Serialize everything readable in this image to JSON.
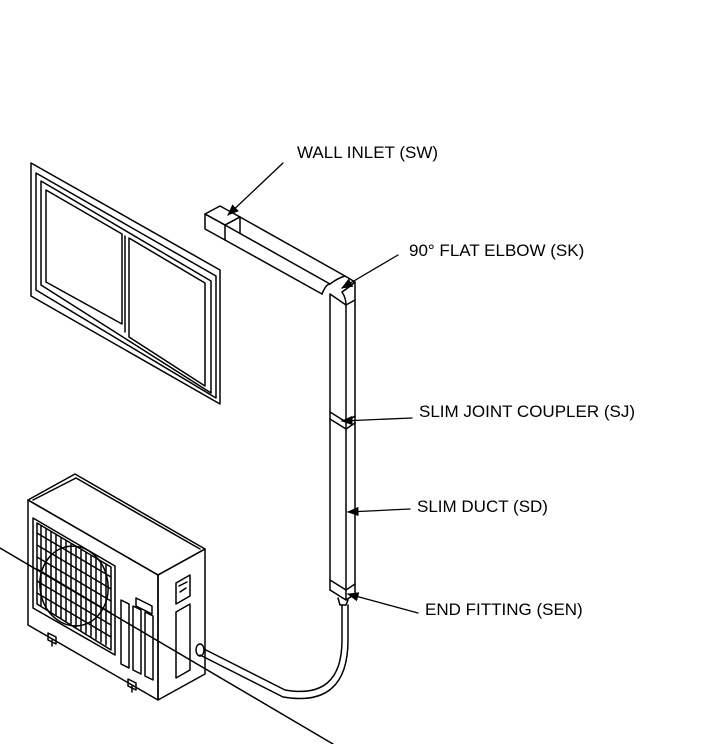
{
  "labels": {
    "wall_inlet": "WALL INLET (SW)",
    "flat_elbow": "90° FLAT ELBOW (SK)",
    "joint_coupler": "SLIM JOINT COUPLER (SJ)",
    "slim_duct": "SLIM DUCT (SD)",
    "end_fitting": "END FITTING (SEN)"
  },
  "colors": {
    "line": "#000000",
    "background": "#ffffff"
  }
}
